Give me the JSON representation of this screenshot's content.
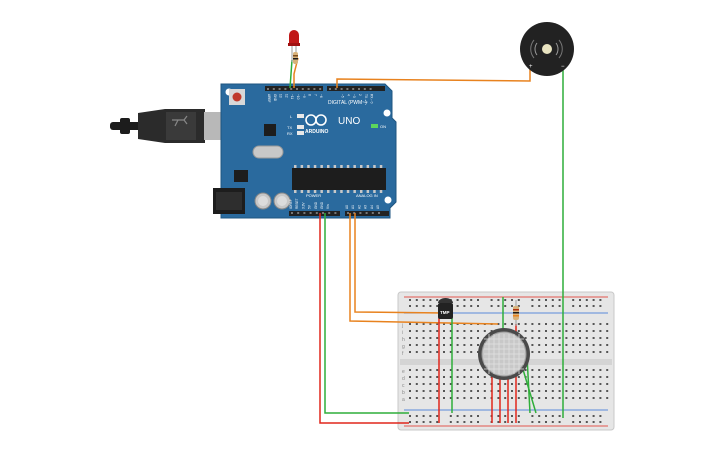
{
  "board": {
    "name": "UNO",
    "brand": "ARDUINO",
    "digital_label": "DIGITAL (PWM~)",
    "power_label": "POWER",
    "analog_label": "ANALOG IN",
    "on_label": "ON",
    "l_label": "L",
    "tx_label": "TX",
    "rx_label": "RX",
    "digital_pins": [
      "AREF",
      "GND",
      "13",
      "12",
      "~11",
      "~10",
      "~9",
      "8",
      "7",
      "~6",
      "~5",
      "4",
      "~3",
      "2",
      "TX→1",
      "RX←0"
    ],
    "power_pins": [
      "IOREF",
      "RESET",
      "3.3V",
      "5V",
      "GND",
      "GND",
      "Vin"
    ],
    "analog_pins": [
      "A0",
      "A1",
      "A2",
      "A3",
      "A4",
      "A5"
    ]
  },
  "sensor": {
    "label": "TMP"
  },
  "buzzer": {
    "plus": "+",
    "minus": "−"
  },
  "breadboard": {
    "row_letters_top": [
      "j",
      "i",
      "h",
      "g",
      "f"
    ],
    "row_letters_bottom": [
      "e",
      "d",
      "c",
      "b",
      "a"
    ]
  },
  "colors": {
    "board": "#2a6a9e",
    "wire_orange": "#e8821e",
    "wire_green": "#2fae3a",
    "wire_red": "#e0261c",
    "led": "#c01818"
  }
}
